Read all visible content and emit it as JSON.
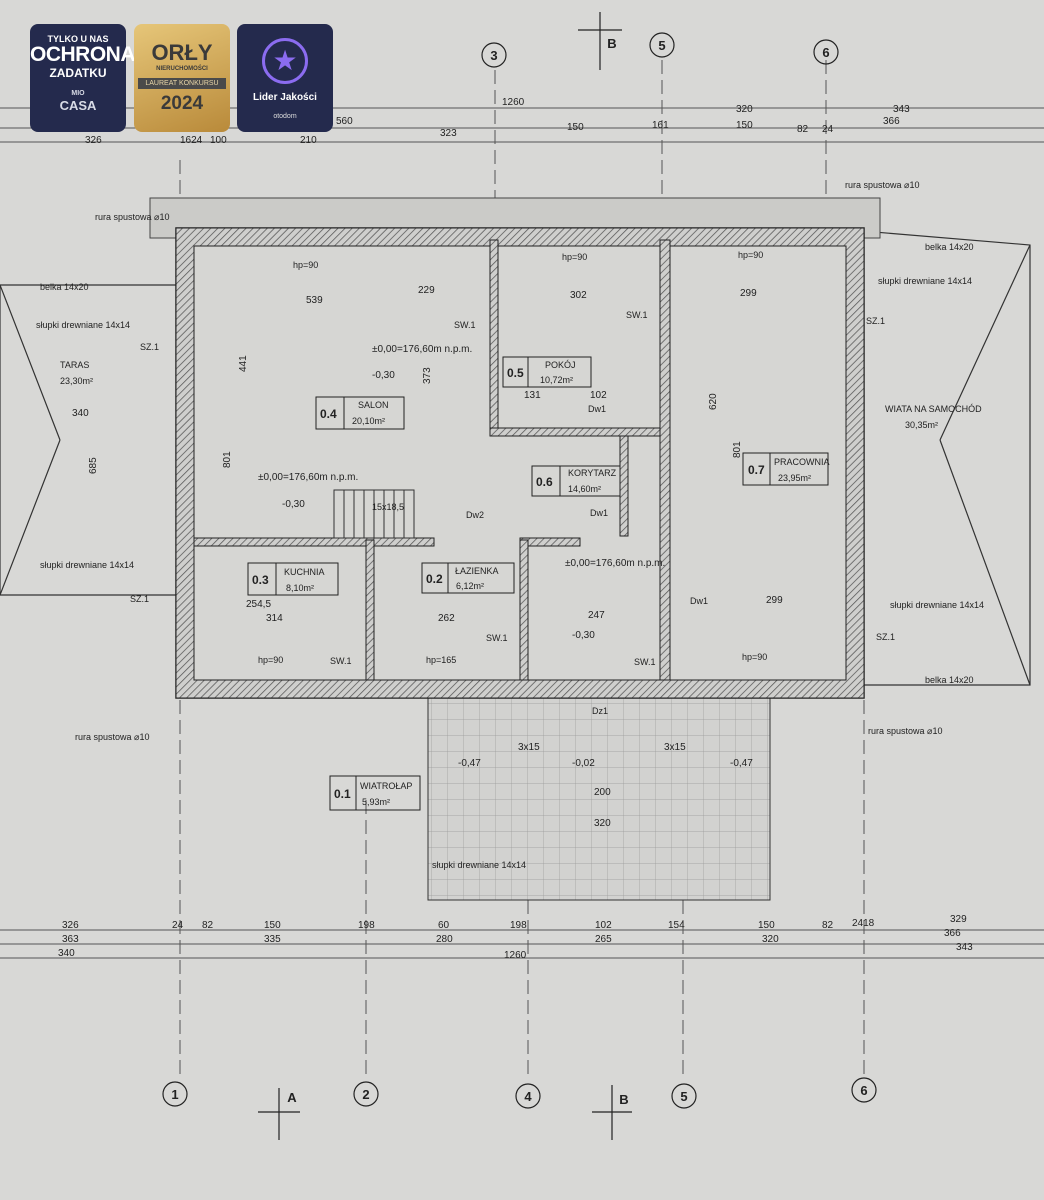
{
  "badges": {
    "protection": {
      "small": "TYLKO U NAS",
      "large": "OCHRONA",
      "medium": "ZADATKU",
      "logo_top": "MIO",
      "logo_bottom": "CASA"
    },
    "award": {
      "title": "ORŁY",
      "subtitle": "NIERUCHOMOŚCI",
      "label": "LAUREAT KONKURSU",
      "year": "2024"
    },
    "quality": {
      "label": "Lider Jakości",
      "brand": "otodom"
    }
  },
  "rooms": [
    {
      "num": "0.1",
      "name": "WIATROŁAP",
      "area": "5,93m²"
    },
    {
      "num": "0.2",
      "name": "ŁAZIENKA",
      "area": "6,12m²"
    },
    {
      "num": "0.3",
      "name": "KUCHNIA",
      "area": "8,10m²"
    },
    {
      "num": "0.4",
      "name": "SALON",
      "area": "20,10m²"
    },
    {
      "num": "0.5",
      "name": "POKÓJ",
      "area": "10,72m²"
    },
    {
      "num": "0.6",
      "name": "KORYTARZ",
      "area": "14,60m²"
    },
    {
      "num": "0.7",
      "name": "PRACOWNIA",
      "area": "23,95m²"
    }
  ],
  "outdoor": {
    "terrace": "TARAS",
    "terrace_area": "23,30m²",
    "carport": "WIATA NA SAMOCHÓD",
    "carport_area": "30,35m²"
  },
  "notes": {
    "level": "±0,00=176,60m n.p.m.",
    "drop": "-0,30",
    "drop2": "-0,02",
    "drop3": "-0,47",
    "posts": "słupki drewniane 14x14",
    "beam": "belka 14x20",
    "downpipe": "rura spustowa ⌀10",
    "stairs": "15x18,5",
    "hp90": "hp=90",
    "hp165": "hp=165",
    "sw1": "SW.1",
    "sz1": "SZ.1",
    "dw1": "Dw1",
    "dw2": "Dw2",
    "dz1": "Dz1"
  },
  "axes": {
    "a1": "1",
    "a2": "2",
    "a3": "3",
    "a4": "4",
    "a5": "5",
    "a6": "6",
    "A": "A",
    "B": "B"
  },
  "dims_top": {
    "total": "1260",
    "d1": "320",
    "d2": "343",
    "d3": "366",
    "d4": "323",
    "d5": "150",
    "d6": "161",
    "d7": "150",
    "d8": "82",
    "d9": "24",
    "d10": "326",
    "d11": "1624",
    "d12": "100",
    "d13": "210",
    "d14": "560"
  },
  "dims_bottom": {
    "total": "1260",
    "d1": "326",
    "d2": "363",
    "d3": "340",
    "d4": "24",
    "d5": "82",
    "d6": "150",
    "d7": "335",
    "d8": "198",
    "d9": "60",
    "d10": "280",
    "d11": "198",
    "d12": "102",
    "d13": "265",
    "d14": "154",
    "d15": "150",
    "d16": "320",
    "d17": "82",
    "d18": "2418",
    "d19": "329",
    "d20": "366",
    "d21": "343"
  },
  "dims_inner": {
    "i1": "539",
    "i2": "229",
    "i3": "302",
    "i4": "299",
    "i5": "441",
    "i6": "801",
    "i7": "685",
    "i8": "373",
    "i9": "620",
    "i10": "801",
    "i11": "340",
    "i12": "314",
    "i13": "254,5",
    "i14": "262",
    "i15": "247",
    "i16": "299",
    "i17": "131",
    "i18": "102",
    "i19": "200",
    "i20": "320",
    "i21": "3x15"
  }
}
